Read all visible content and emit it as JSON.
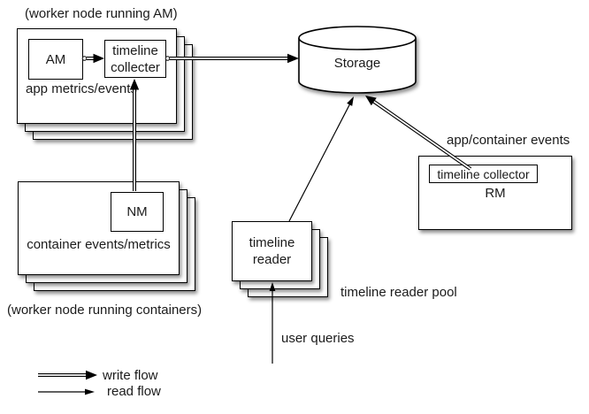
{
  "diagram": {
    "am_node": {
      "caption": "(worker node running AM)",
      "am_label": "AM",
      "collector_label": "timeline collecter",
      "metrics_label": "app metrics/events"
    },
    "nm_node": {
      "nm_label": "NM",
      "metrics_label": "container events/metrics",
      "caption": "(worker node running containers)"
    },
    "storage": {
      "label": "Storage"
    },
    "rm_node": {
      "caption": "app/container events",
      "collector_label": "timeline collector",
      "rm_label": "RM"
    },
    "reader_pool": {
      "reader_label": "timeline reader",
      "pool_caption": "timeline reader pool",
      "queries_caption": "user queries"
    },
    "legend": {
      "write_label": "write flow",
      "read_label": "read flow"
    },
    "colors": {
      "line": "#000000",
      "text": "#1b1b1b",
      "background": "#ffffff"
    },
    "edges": [
      {
        "from": "AM",
        "to": "timeline collecter",
        "type": "write"
      },
      {
        "from": "timeline collecter",
        "to": "Storage",
        "type": "write"
      },
      {
        "from": "NM",
        "to": "timeline collecter",
        "type": "write"
      },
      {
        "from": "RM timeline collector",
        "to": "Storage",
        "type": "write"
      },
      {
        "from": "timeline reader",
        "to": "Storage",
        "type": "read"
      },
      {
        "from": "user queries",
        "to": "timeline reader",
        "type": "read"
      }
    ]
  }
}
